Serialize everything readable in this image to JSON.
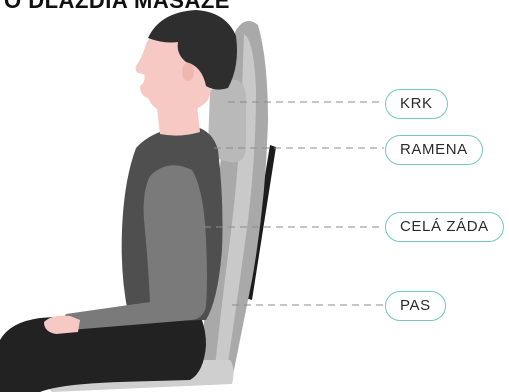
{
  "heading": "O DLAŽDIA MASÁŽE",
  "zones": {
    "neck": "KRK",
    "shoulders": "RAMENA",
    "full_back": "CELÁ ZÁDA",
    "waist": "PAS"
  },
  "colors": {
    "accent_outline": "#74c7bd",
    "skin": "#f6c9c4",
    "hair": "#2e2e2e",
    "shirt": "#4f4f4f",
    "sleeve": "#7a7a7a",
    "pants": "#222222",
    "seat_back": "#a8a8a8",
    "seat_cushion": "#cfcfcf",
    "leader_line": "#8c8c8c"
  }
}
